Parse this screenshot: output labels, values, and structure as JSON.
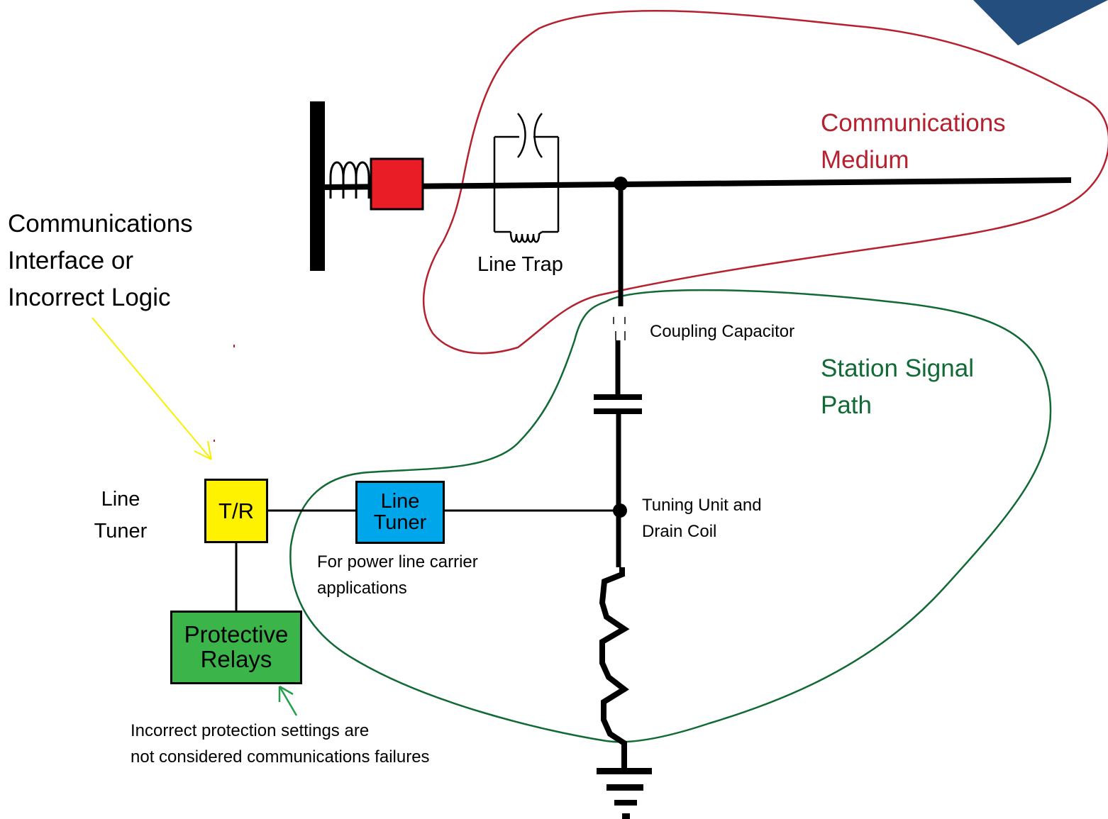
{
  "labels": {
    "communications_medium": [
      "Communications",
      "Medium"
    ],
    "station_signal_path": [
      "Station Signal",
      "Path"
    ],
    "comm_interface": [
      "Communications",
      "Interface or",
      "Incorrect Logic"
    ],
    "line_trap": "Line Trap",
    "coupling_capacitor": "Coupling Capacitor",
    "tuning_unit": [
      "Tuning Unit and",
      "Drain Coil"
    ],
    "line_tuner_left": [
      "Line",
      "Tuner"
    ],
    "plc_note": [
      "For power line carrier",
      "applications"
    ],
    "protection_note": [
      "Incorrect protection settings are",
      "not considered communications failures"
    ]
  },
  "boxes": {
    "tr": "T/R",
    "line_tuner": [
      "Line",
      "Tuner"
    ],
    "relays": [
      "Protective",
      "Relays"
    ]
  },
  "colors": {
    "communications_medium": "#b5212f",
    "station_signal_path": "#116a35",
    "breaker": "#e81d25",
    "tr_box": "#fff200",
    "line_tuner_box": "#00a6ea",
    "relays_box": "#3bb54a",
    "yellow_arrow": "#f7f000",
    "green_arrow": "#20a04a",
    "corner_shape": "#234e7d"
  },
  "icons": [
    "bus-bar-icon",
    "current-transformer-icon",
    "circuit-breaker-icon",
    "line-trap-icon",
    "capacitor-icon",
    "drain-coil-icon",
    "ground-icon"
  ]
}
